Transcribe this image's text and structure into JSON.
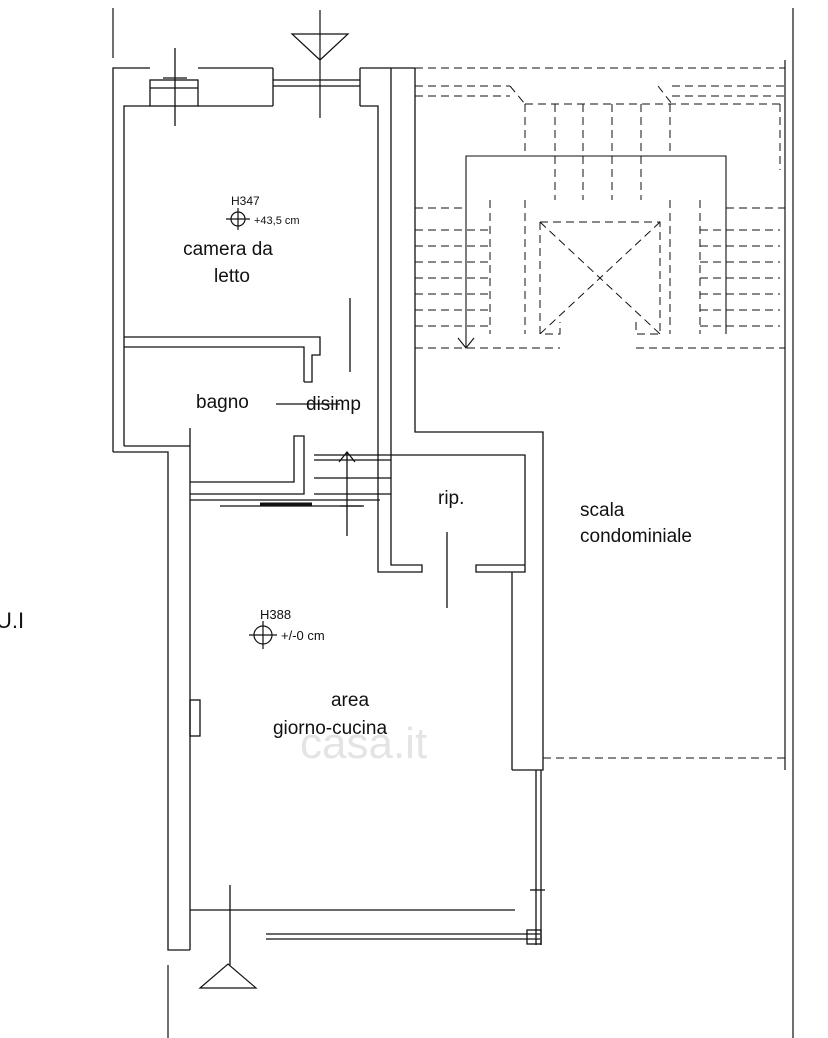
{
  "rooms": {
    "camera_da_letto": [
      "camera da",
      "letto"
    ],
    "bagno": "bagno",
    "disimp": "disimp",
    "rip": "rip.",
    "area_giorno": [
      "area",
      "giorno-cucina"
    ],
    "scala_condominiale": [
      "scala",
      "condominiale"
    ]
  },
  "levels": {
    "upper": {
      "code": "H347",
      "offset": "+43,5 cm"
    },
    "lower": {
      "code": "H388",
      "offset": "+/-0 cm"
    }
  },
  "edge_label": "U.I",
  "watermark": "casa.it"
}
